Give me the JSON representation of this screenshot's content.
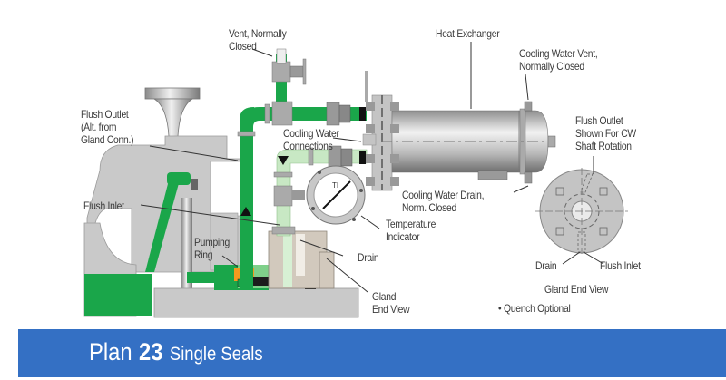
{
  "diagram": {
    "title": "Plan 23 Single Seals",
    "labels": {
      "vent": "Vent, Normally\nClosed",
      "heat_exchanger": "Heat Exchanger",
      "cw_vent": "Cooling Water Vent,\nNormally Closed",
      "flush_outlet_alt": "Flush Outlet\n(Alt. from\nGland Conn.)",
      "cooling_water_connections": "Cooling Water\nConnections",
      "flush_outlet_cw": "Flush Outlet\nShown For CW\nShaft Rotation",
      "cw_drain": "Cooling Water Drain,\nNorm. Closed",
      "flush_inlet": "Flush Inlet",
      "temperature_indicator": "Temperature\nIndicator",
      "ti_tag": "TI",
      "pumping_ring": "Pumping\nRing",
      "drain": "Drain",
      "gland_end_view_left": "Gland\nEnd View",
      "end_view_drain": "Drain",
      "end_view_flush_inlet": "Flush Inlet",
      "gland_end_view": "Gland End View",
      "quench_optional": "• Quench Optional"
    },
    "colors": {
      "flush_green": "#1aa64a",
      "flush_light_green": "#c8e8c4",
      "pump_gray": "#c9c9c9",
      "gland_tan": "#d2c9bd",
      "banner_blue": "#3470c4",
      "seal_orange": "#f29a1f",
      "seal_red": "#e0262b"
    }
  },
  "banner": {
    "plan_word": "Plan",
    "plan_number": "23",
    "subtitle": "Single Seals"
  }
}
